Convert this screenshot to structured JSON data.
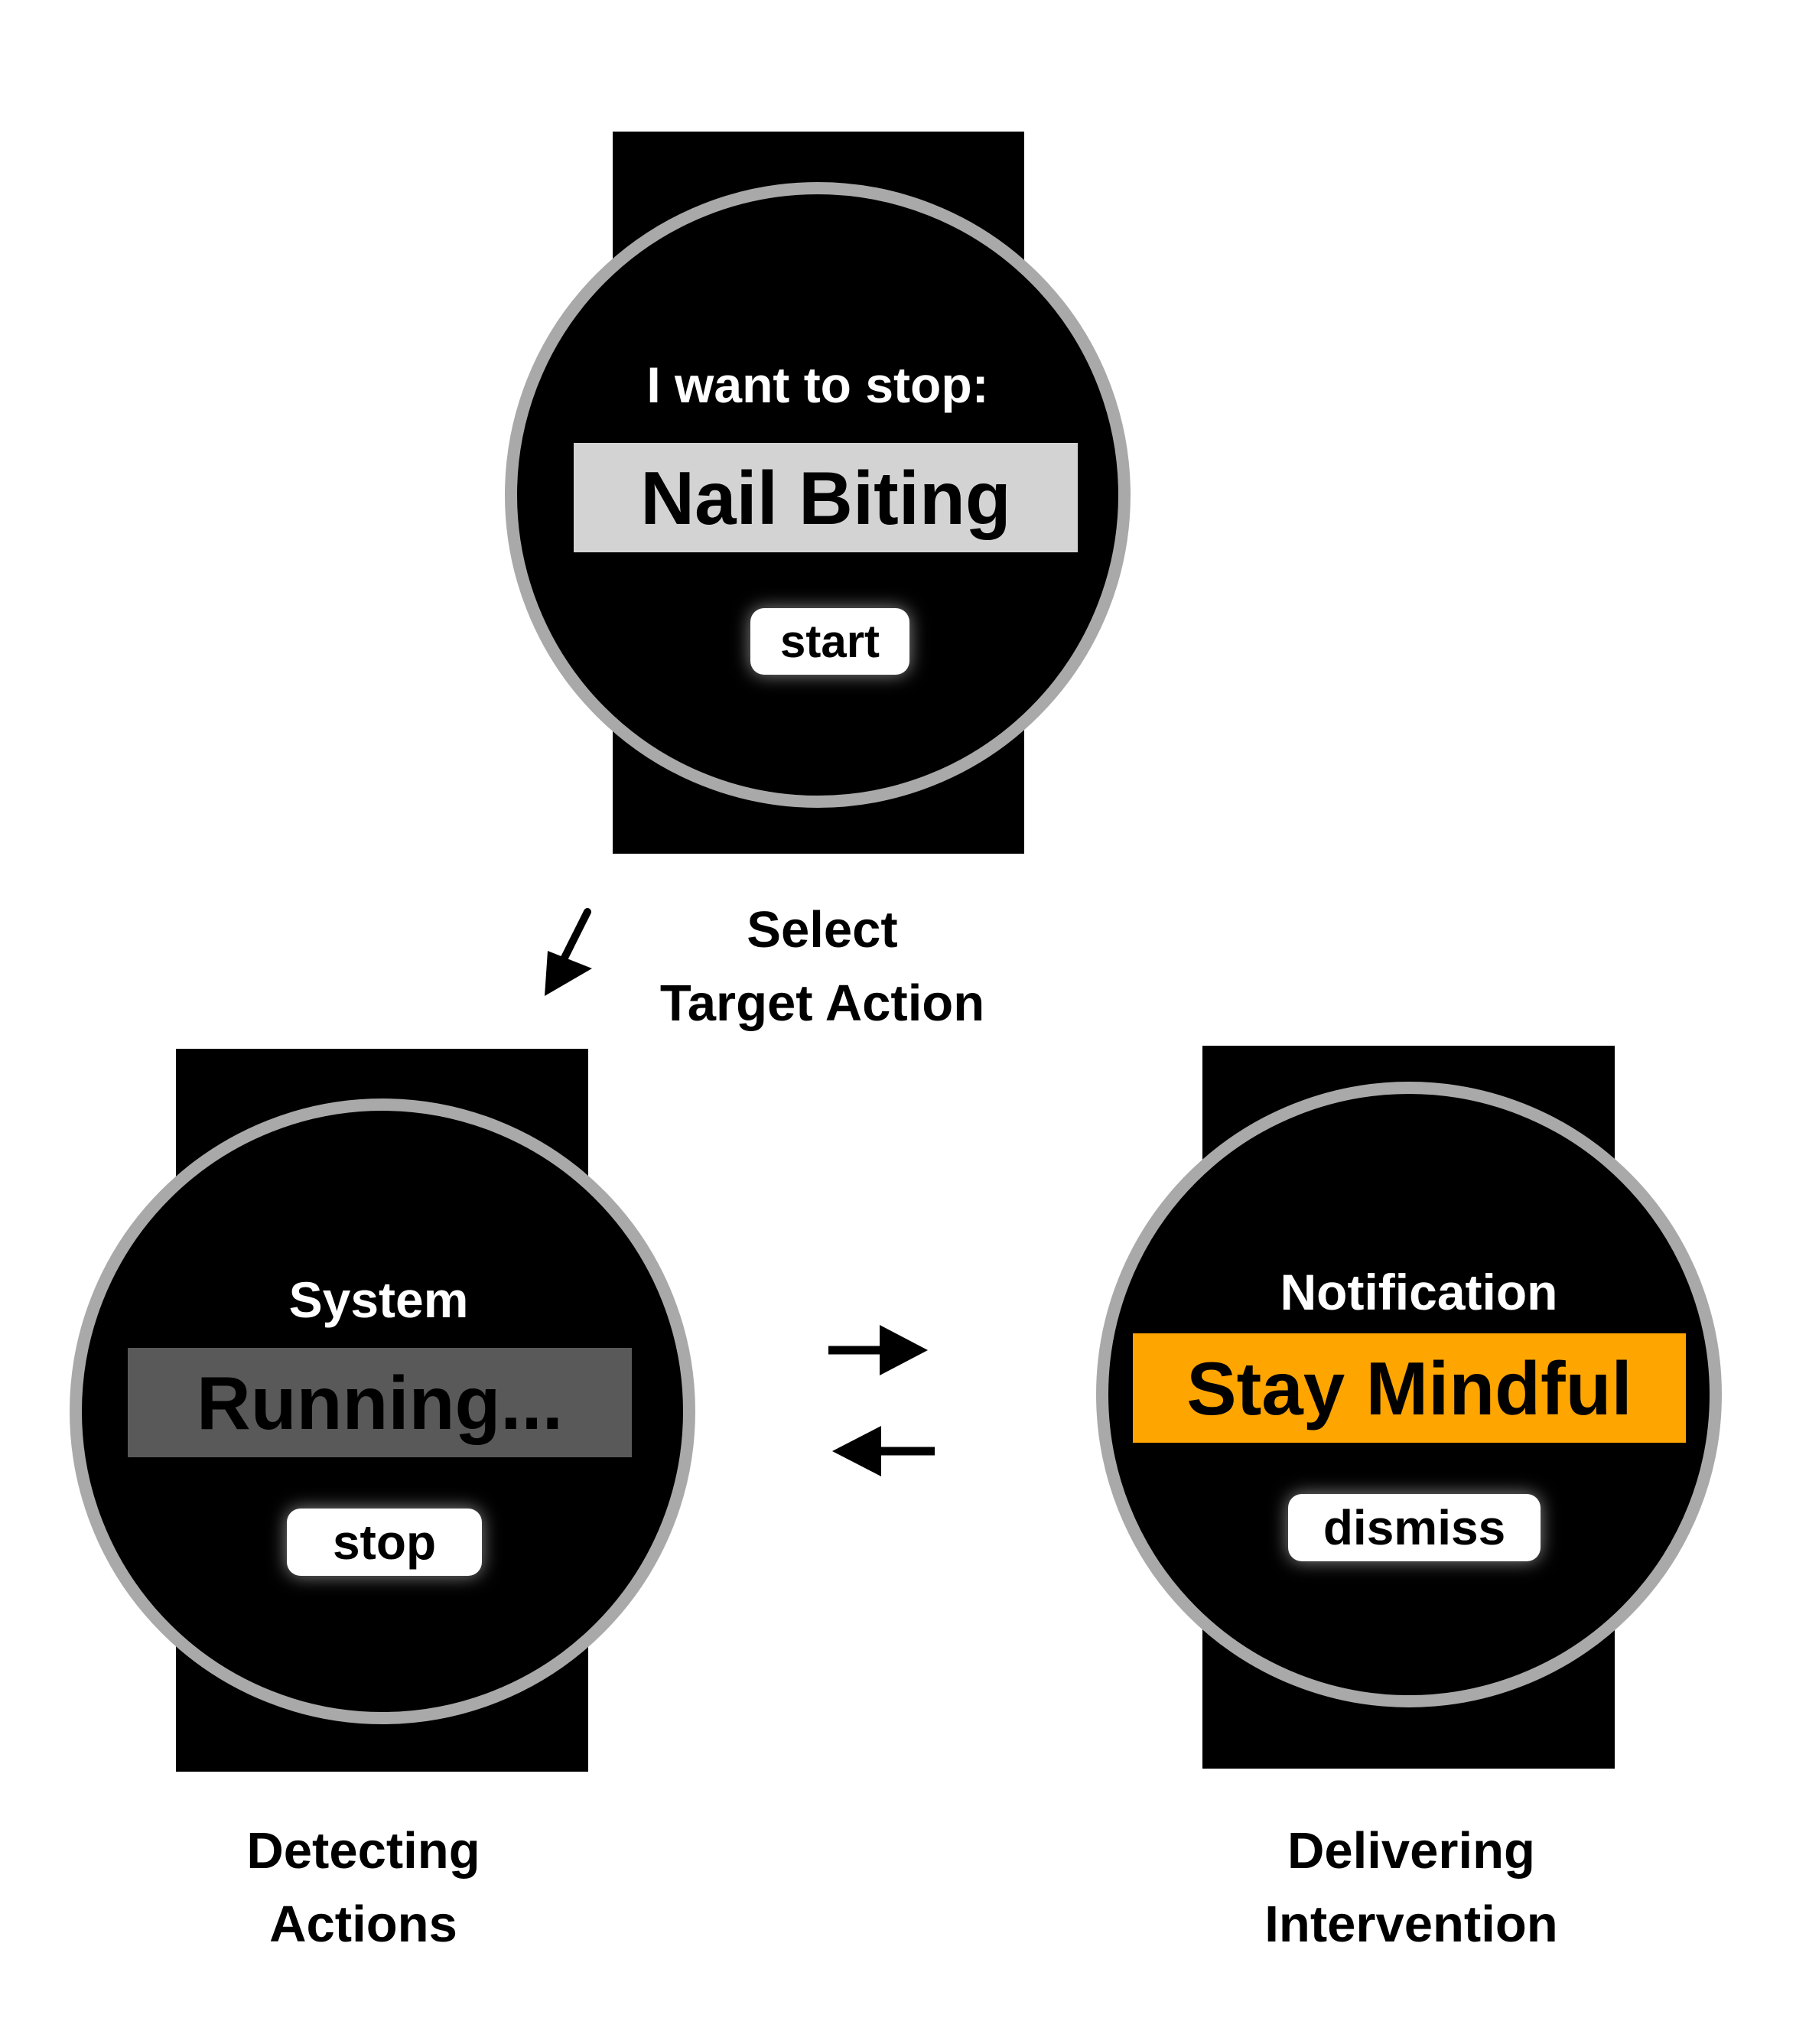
{
  "watch_select": {
    "heading": "I want to stop:",
    "target": "Nail Biting",
    "button": "start",
    "target_bar_color": "#d3d3d3"
  },
  "caption_select": {
    "line1": "Select",
    "line2": "Target Action"
  },
  "watch_detect": {
    "heading": "System",
    "status": "Running...",
    "button": "stop",
    "status_bar_color": "#595959"
  },
  "caption_detect": {
    "line1": "Detecting",
    "line2": "Actions"
  },
  "watch_notify": {
    "heading": "Notification",
    "message": "Stay Mindful",
    "button": "dismiss",
    "message_bar_color": "#ffa500"
  },
  "caption_notify": {
    "line1": "Delivering",
    "line2": "Intervention"
  },
  "colors": {
    "band": "#000000",
    "bezel": "#a9a9a9",
    "face": "#000000"
  }
}
